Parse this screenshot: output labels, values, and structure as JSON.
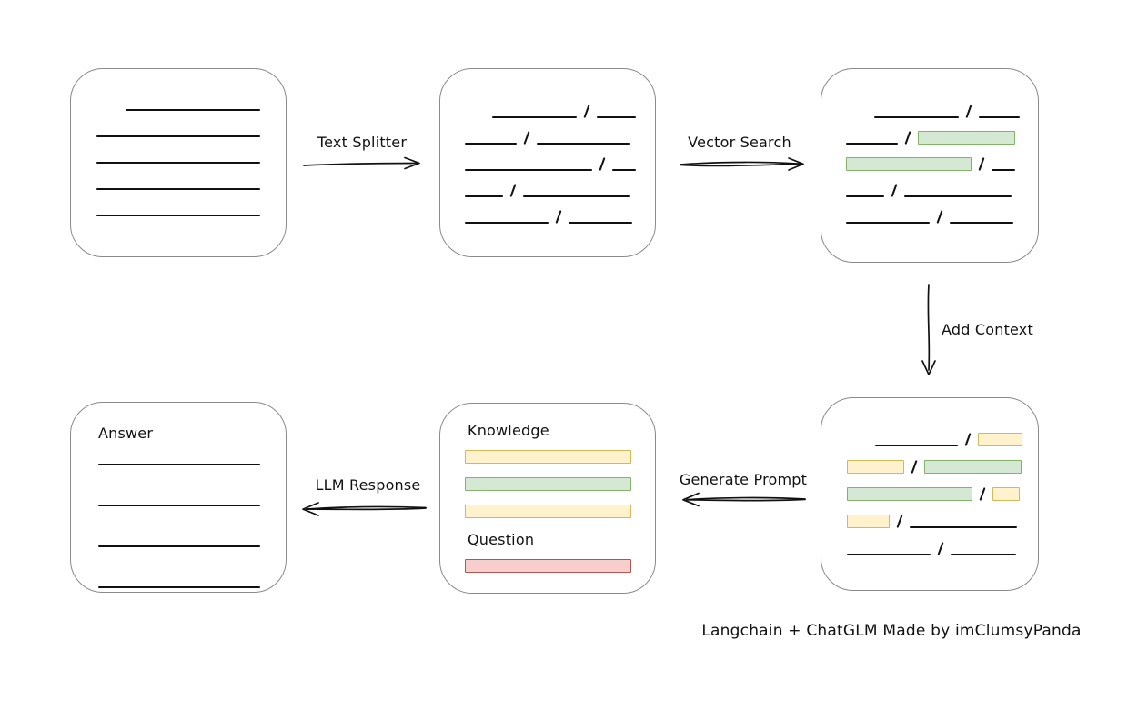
{
  "caption": "Langchain + ChatGLM Made by imClumsyPanda",
  "colors": {
    "green_fill": "#d5e8d4",
    "green_border": "#82b366",
    "yellow_fill": "#fff2cc",
    "yellow_border": "#d6b656",
    "red_fill": "#f8cecc",
    "red_border": "#b85450",
    "box_border": "#8a8a8a",
    "ink": "#111111"
  },
  "arrows": {
    "text_splitter": {
      "label": "Text Splitter",
      "direction": "right"
    },
    "vector_search": {
      "label": "Vector Search",
      "direction": "right"
    },
    "add_context": {
      "label": "Add Context",
      "direction": "down"
    },
    "generate_prompt": {
      "label": "Generate Prompt",
      "direction": "left"
    },
    "llm_response": {
      "label": "LLM Response",
      "direction": "left"
    }
  },
  "boxes": {
    "document": {
      "rows": [
        {
          "indent": 32,
          "segs": [
            {
              "t": "line",
              "w": 148
            }
          ]
        },
        {
          "segs": [
            {
              "t": "line",
              "w": 180
            }
          ]
        },
        {
          "segs": [
            {
              "t": "line",
              "w": 180
            }
          ]
        },
        {
          "segs": [
            {
              "t": "line",
              "w": 180
            }
          ]
        },
        {
          "segs": [
            {
              "t": "line",
              "w": 180
            }
          ]
        }
      ]
    },
    "chunks": {
      "rows": [
        {
          "indent": 30,
          "segs": [
            {
              "t": "line",
              "w": 93
            },
            {
              "t": "slash"
            },
            {
              "t": "line",
              "w": 43
            }
          ]
        },
        {
          "segs": [
            {
              "t": "line",
              "w": 57
            },
            {
              "t": "slash"
            },
            {
              "t": "line",
              "w": 103
            }
          ]
        },
        {
          "segs": [
            {
              "t": "line",
              "w": 140
            },
            {
              "t": "slash"
            },
            {
              "t": "line",
              "w": 26
            }
          ]
        },
        {
          "segs": [
            {
              "t": "line",
              "w": 42
            },
            {
              "t": "slash"
            },
            {
              "t": "line",
              "w": 118
            }
          ]
        },
        {
          "segs": [
            {
              "t": "line",
              "w": 92
            },
            {
              "t": "slash"
            },
            {
              "t": "line",
              "w": 70
            }
          ]
        }
      ]
    },
    "matched_chunks": {
      "rows": [
        {
          "indent": 31,
          "segs": [
            {
              "t": "line",
              "w": 93
            },
            {
              "t": "slash"
            },
            {
              "t": "line",
              "w": 45
            }
          ]
        },
        {
          "segs": [
            {
              "t": "line",
              "w": 57
            },
            {
              "t": "slash"
            },
            {
              "t": "green",
              "w": 107
            }
          ]
        },
        {
          "segs": [
            {
              "t": "green",
              "w": 138
            },
            {
              "t": "slash"
            },
            {
              "t": "line",
              "w": 26
            }
          ]
        },
        {
          "segs": [
            {
              "t": "line",
              "w": 42
            },
            {
              "t": "slash"
            },
            {
              "t": "line",
              "w": 118
            }
          ]
        },
        {
          "segs": [
            {
              "t": "line",
              "w": 92
            },
            {
              "t": "slash"
            },
            {
              "t": "line",
              "w": 70
            }
          ]
        }
      ]
    },
    "context_chunks": {
      "rows": [
        {
          "indent": 31,
          "segs": [
            {
              "t": "line",
              "w": 91
            },
            {
              "t": "slash"
            },
            {
              "t": "yellow",
              "w": 49
            }
          ]
        },
        {
          "segs": [
            {
              "t": "yellow",
              "w": 63
            },
            {
              "t": "slash"
            },
            {
              "t": "green",
              "w": 107
            }
          ]
        },
        {
          "segs": [
            {
              "t": "green",
              "w": 138
            },
            {
              "t": "slash"
            },
            {
              "t": "yellow",
              "w": 30
            }
          ]
        },
        {
          "segs": [
            {
              "t": "yellow",
              "w": 47
            },
            {
              "t": "slash"
            },
            {
              "t": "line",
              "w": 118
            }
          ]
        },
        {
          "segs": [
            {
              "t": "line",
              "w": 92
            },
            {
              "t": "slash"
            },
            {
              "t": "line",
              "w": 72
            }
          ]
        }
      ]
    },
    "prompt": {
      "knowledge_label": "Knowledge",
      "question_label": "Question",
      "knowledge_bars": [
        "yellow",
        "green",
        "yellow"
      ],
      "question_bars": [
        "red"
      ]
    },
    "answer": {
      "label": "Answer",
      "rows": [
        {
          "segs": [
            {
              "t": "line",
              "w": 178
            }
          ]
        },
        {
          "segs": [
            {
              "t": "line",
              "w": 178
            }
          ]
        },
        {
          "segs": [
            {
              "t": "line",
              "w": 178
            }
          ]
        },
        {
          "segs": [
            {
              "t": "line",
              "w": 178
            }
          ]
        }
      ]
    }
  }
}
